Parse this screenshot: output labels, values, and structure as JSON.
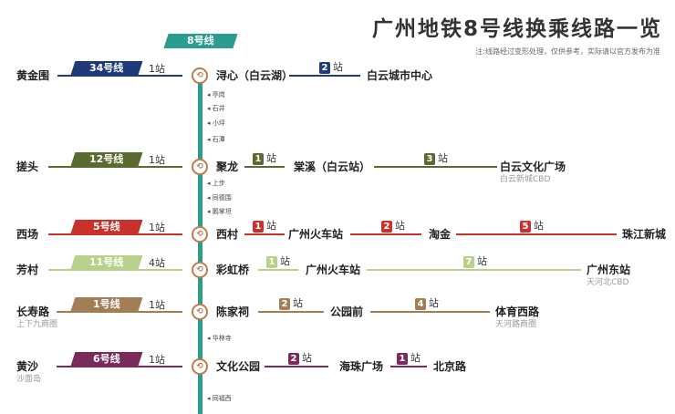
{
  "title": "广州地铁8号线换乘线路一览",
  "note": "注:线路经过变形处理，仅供参考，实际请以官方发布为准",
  "main_line": {
    "label": "8号线",
    "color": "#2a9d8f"
  },
  "interchange_icon": "transfer-icon",
  "rows": [
    {
      "left": {
        "station": "黄金围",
        "line": "34号线",
        "count": "1站",
        "color": "#1e3a78"
      },
      "hub": "浔心（白云湖）",
      "segments": [
        {
          "n": "2",
          "unit": "站",
          "to": "白云城市中心",
          "color": "#1e3a78"
        }
      ]
    },
    {
      "left": {
        "station": "搓头",
        "line": "12号线",
        "count": "1站",
        "color": "#5b6a2e"
      },
      "hub": "聚龙",
      "segments": [
        {
          "n": "1",
          "unit": "站",
          "to": "棠溪（白云站）",
          "color": "#5b6a2e"
        },
        {
          "n": "3",
          "unit": "站",
          "to": "白云文化广场",
          "sub": "白云新城CBD",
          "color": "#5b6a2e"
        }
      ]
    },
    {
      "left": {
        "station": "西场",
        "line": "5号线",
        "count": "1站",
        "color": "#c8312c"
      },
      "hub": "西村",
      "segments": [
        {
          "n": "1",
          "unit": "站",
          "to": "广州火车站",
          "color": "#c8312c"
        },
        {
          "n": "2",
          "unit": "站",
          "to": "淘金",
          "color": "#c8312c"
        },
        {
          "n": "5",
          "unit": "站",
          "to": "珠江新城",
          "color": "#c8312c"
        }
      ]
    },
    {
      "left": {
        "station": "芳村",
        "line": "11号线",
        "count": "4站",
        "color": "#b7d08a"
      },
      "hub": "彩虹桥",
      "segments": [
        {
          "n": "1",
          "unit": "站",
          "to": "广州火车站",
          "color": "#b7d08a"
        },
        {
          "n": "7",
          "unit": "站",
          "to": "广州东站",
          "sub": "天河北CBD",
          "color": "#b7d08a"
        }
      ]
    },
    {
      "left": {
        "station": "长寿路",
        "sub": "上下九商圈",
        "line": "1号线",
        "count": "1站",
        "color": "#a37d55"
      },
      "hub": "陈家祠",
      "segments": [
        {
          "n": "2",
          "unit": "站",
          "to": "公园前",
          "color": "#a37d55"
        },
        {
          "n": "4",
          "unit": "站",
          "to": "体育西路",
          "sub": "天河路商圈",
          "color": "#a37d55"
        }
      ]
    },
    {
      "left": {
        "station": "黄沙",
        "sub": "沙面岛",
        "line": "6号线",
        "count": "1站",
        "color": "#7b2a5c"
      },
      "hub": "文化公园",
      "segments": [
        {
          "n": "2",
          "unit": "站",
          "to": "海珠广场",
          "color": "#7b2a5c"
        },
        {
          "n": "1",
          "unit": "站",
          "to": "北京路",
          "color": "#7b2a5c"
        }
      ]
    }
  ],
  "intermediate_stations": [
    "亭岗",
    "石井",
    "小坪",
    "石潭",
    "上步",
    "同德围",
    "鹅掌坦",
    "华林寺",
    "同福西"
  ]
}
